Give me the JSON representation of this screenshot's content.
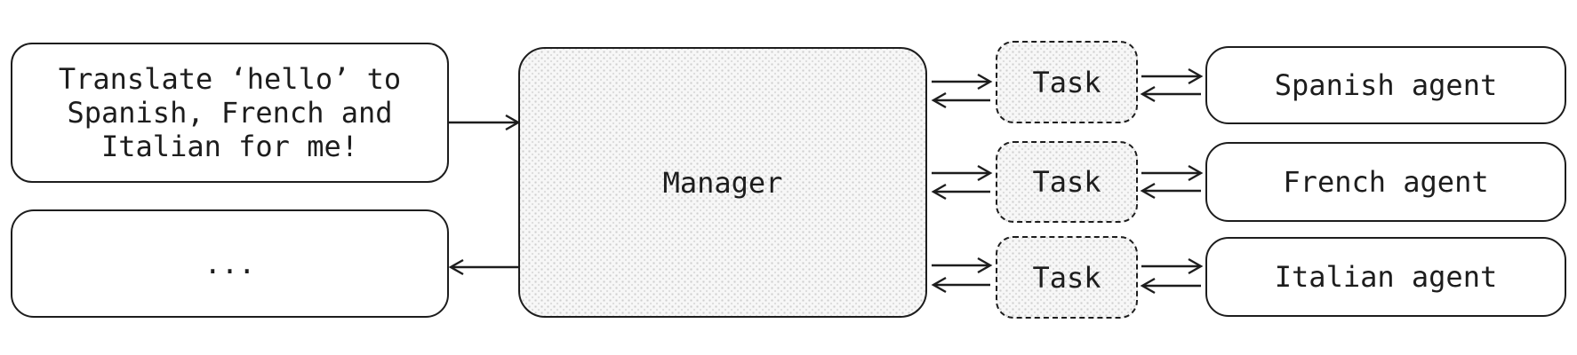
{
  "diagram": {
    "user_request": {
      "text": "Translate ‘hello’ to\nSpanish, French and\nItalian for me!"
    },
    "ellipsis": {
      "label": "..."
    },
    "manager": {
      "label": "Manager"
    },
    "tasks": [
      {
        "label": "Task"
      },
      {
        "label": "Task"
      },
      {
        "label": "Task"
      }
    ],
    "agents": [
      {
        "label": "Spanish agent"
      },
      {
        "label": "French agent"
      },
      {
        "label": "Italian agent"
      }
    ],
    "colors": {
      "border": "#1d1d1d",
      "textured_fill": "#f7f7f7",
      "texture_dot": "#cfcfcf",
      "background": "#ffffff"
    }
  }
}
